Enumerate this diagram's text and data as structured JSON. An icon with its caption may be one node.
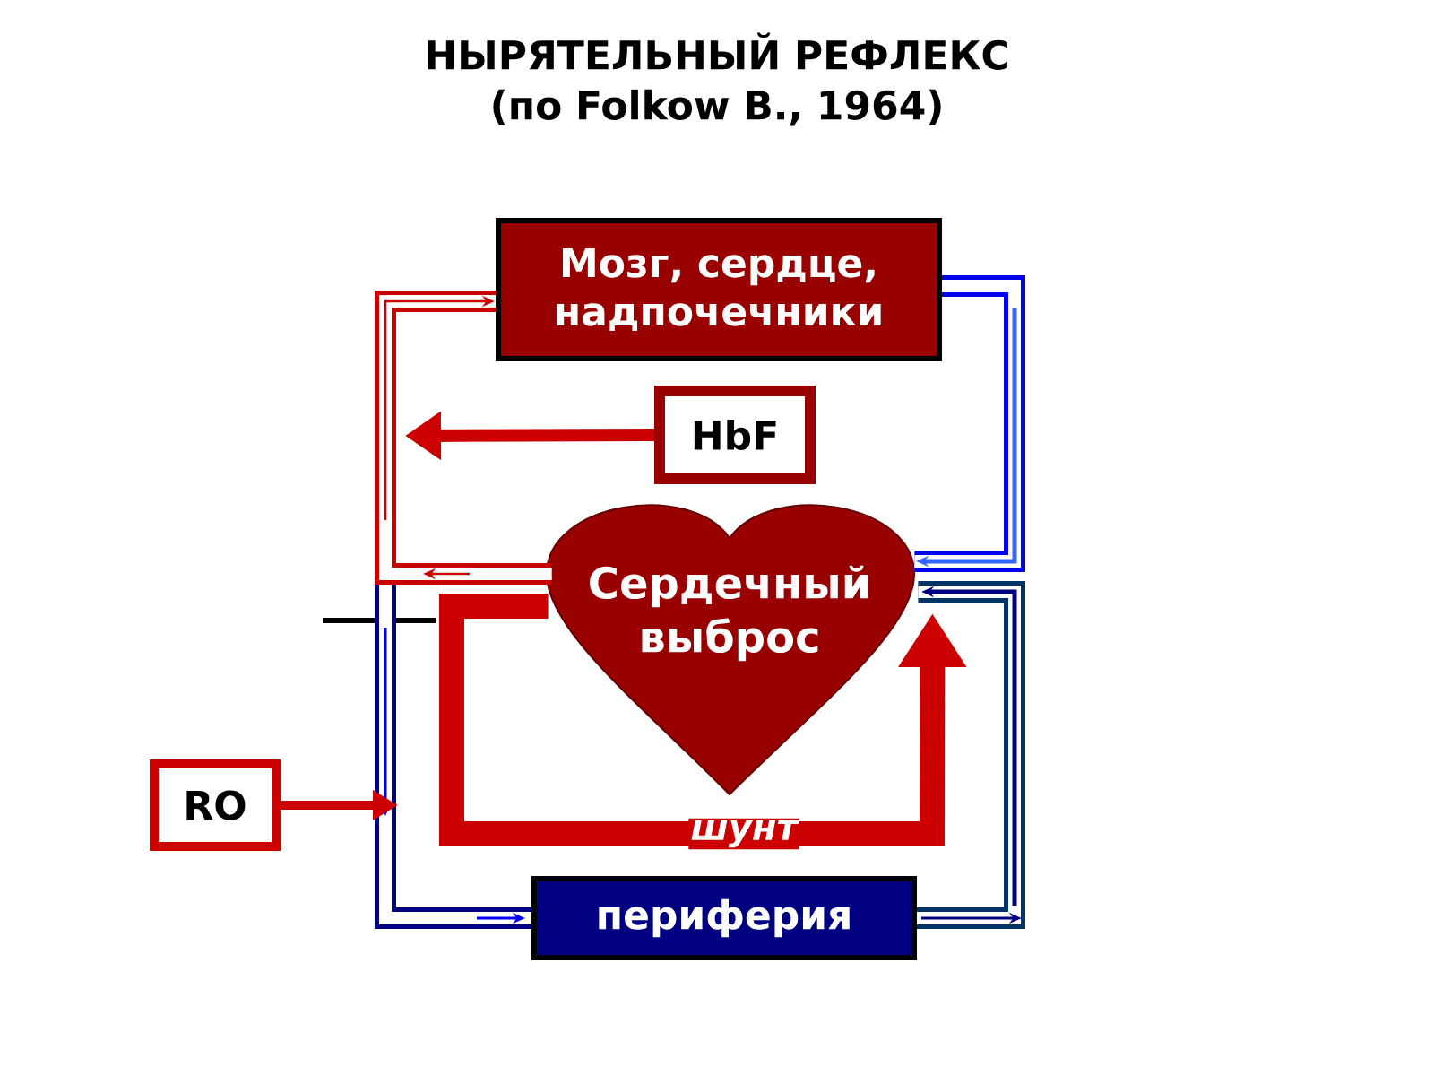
{
  "diagram": {
    "title": "НЫРЯТЕЛЬНЫЙ РЕФЛЕКС (по Folkow B., 1964)",
    "nodes": [
      {
        "text": [
          "Мозг, сердце, надпочечники"
        ]
      },
      {
        "text": [
          "HbF"
        ]
      },
      {
        "text": [
          "Сердечный выброс"
        ]
      },
      {
        "text": [
          "RO"
        ]
      },
      {
        "text": [
          "периферия"
        ]
      }
    ],
    "edges": [
      {
        "from": 2,
        "to": 4,
        "arrow": "to",
        "color": "#000080"
      },
      {
        "from": 2,
        "to": 0,
        "arrow": "to"
      },
      {
        "from": 0,
        "to": 2,
        "arrow": "to",
        "color": "#0000ee"
      },
      {
        "from": 4,
        "to": 2,
        "arrow": "to",
        "color": "#003366"
      },
      {
        "from": 1,
        "to": null,
        "arrow": "to"
      },
      {
        "from": 3,
        "to": null,
        "arrow": "to"
      },
      {
        "from": 2,
        "to": 2,
        "arrow": "to",
        "label": "шунт"
      }
    ]
  }
}
